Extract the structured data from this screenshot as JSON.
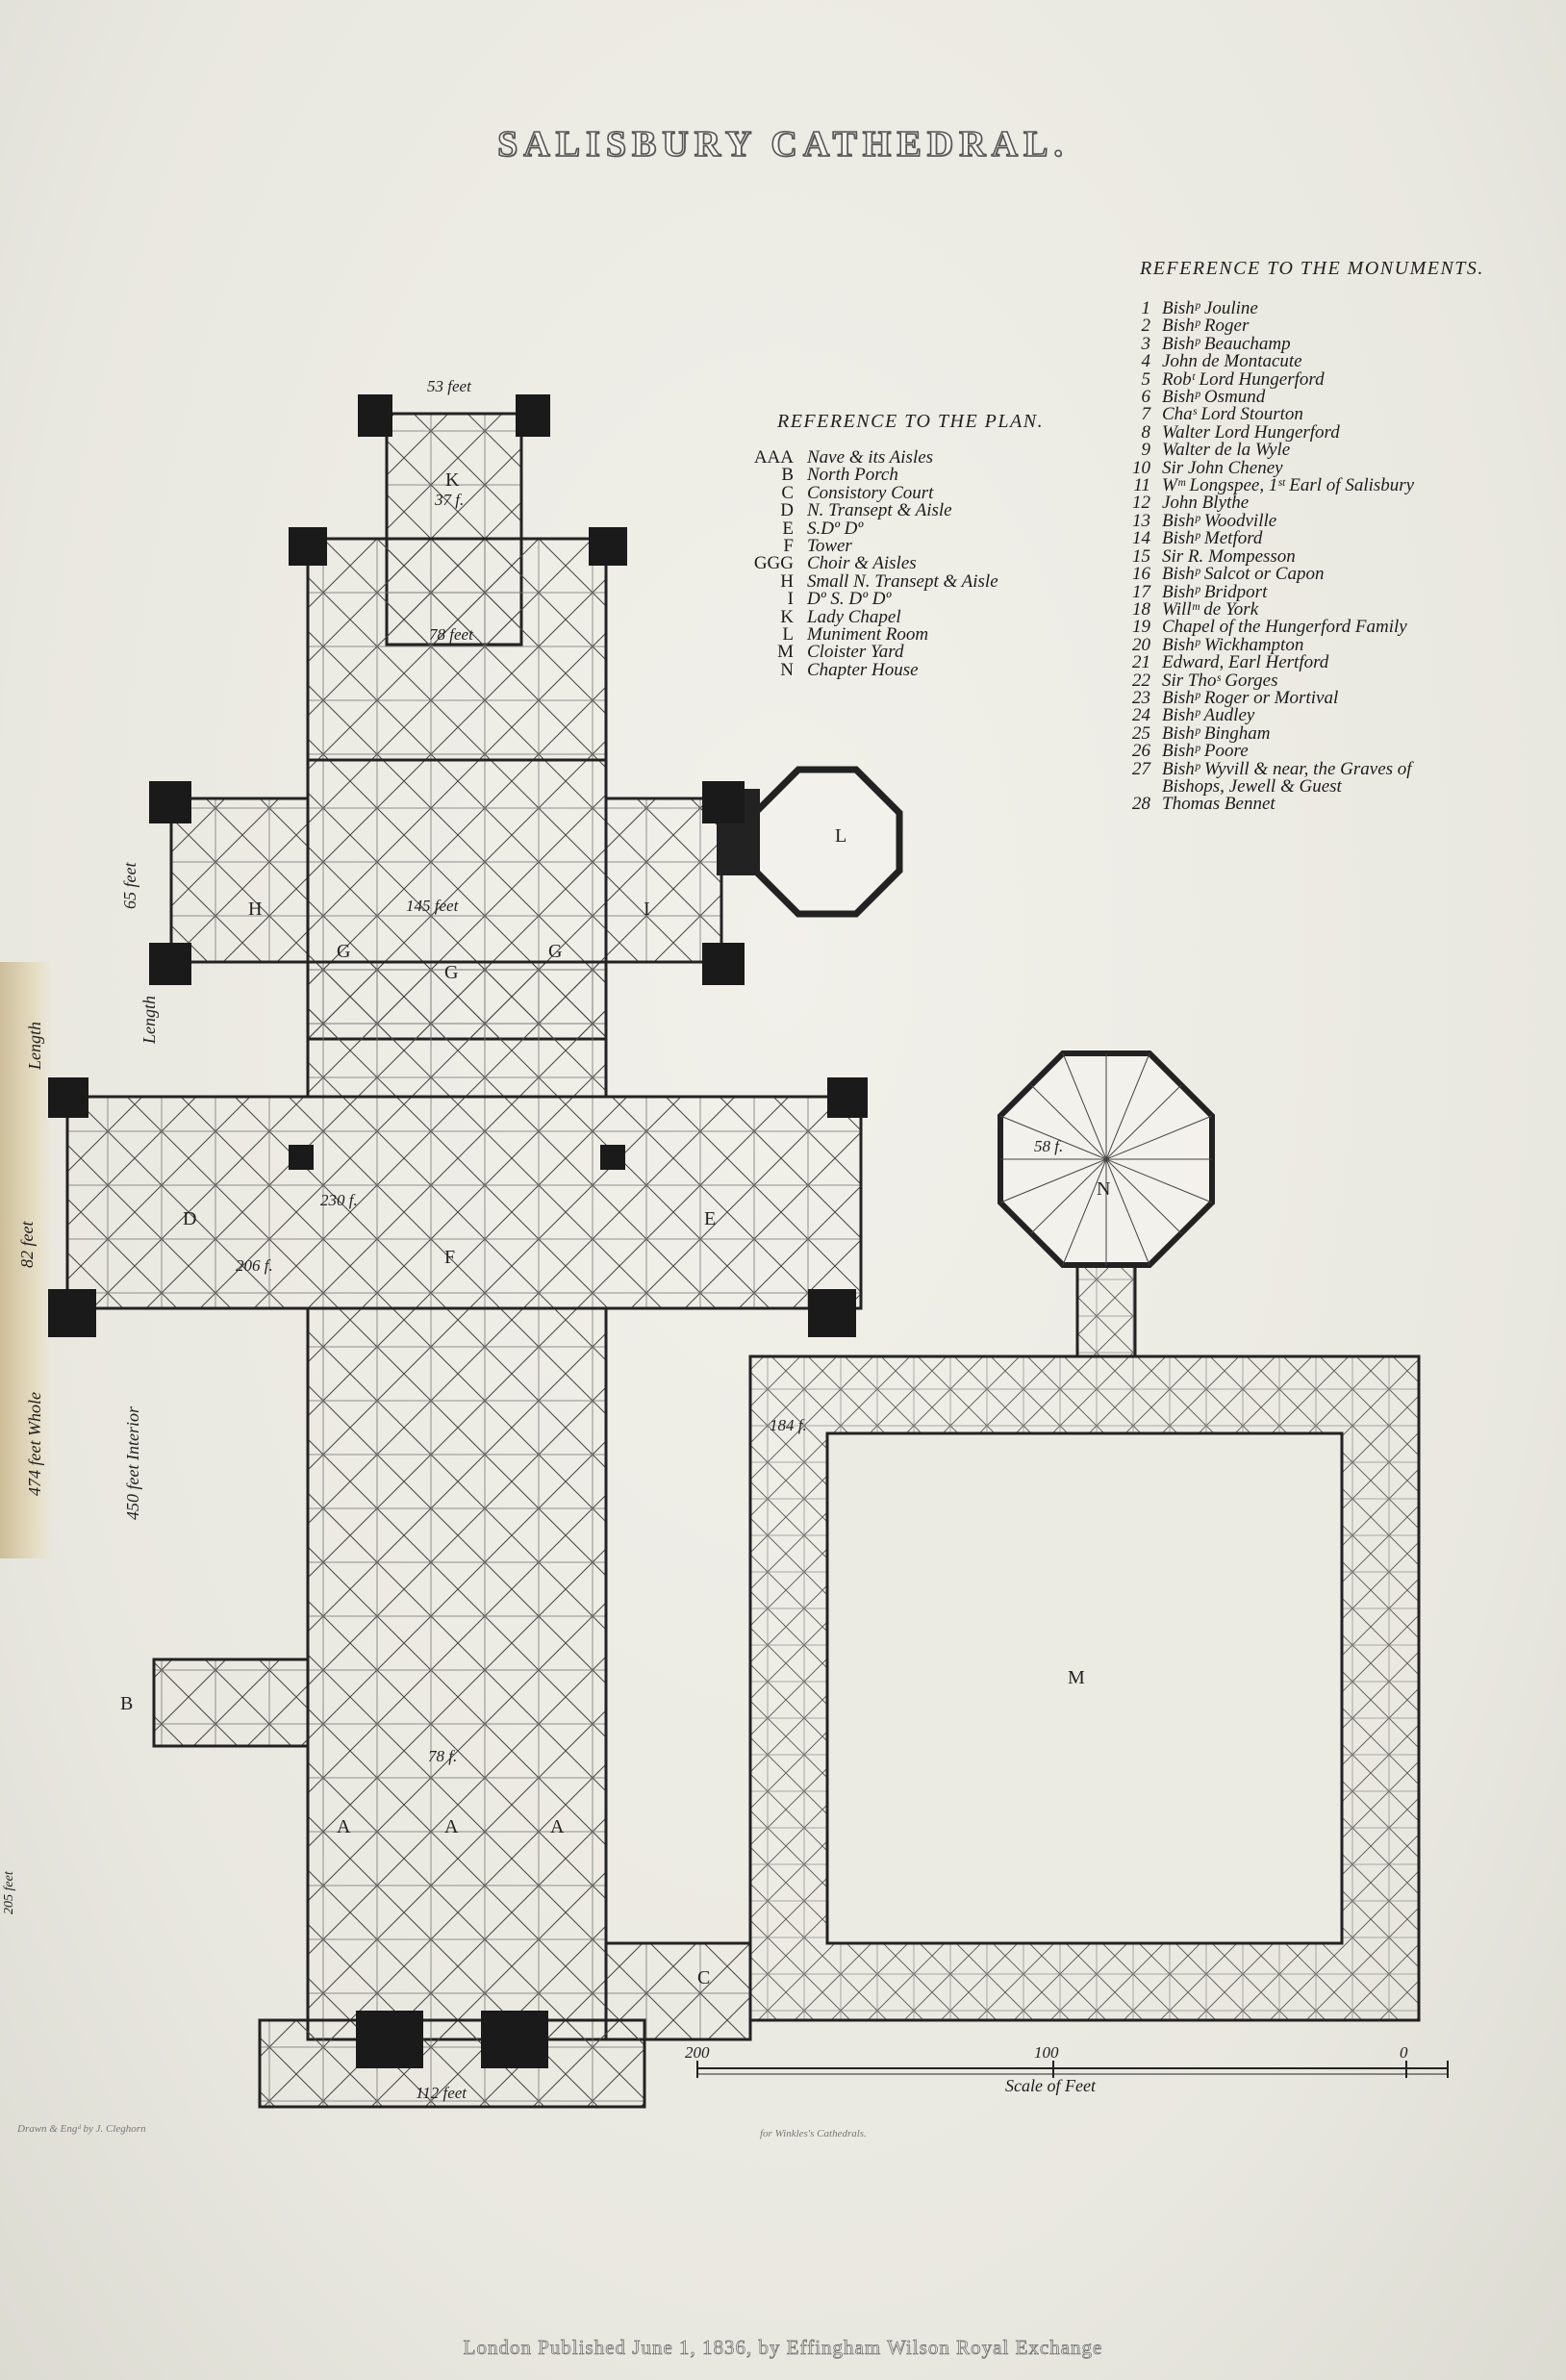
{
  "title": "SALISBURY CATHEDRAL.",
  "plan_reference": {
    "heading": "REFERENCE TO THE PLAN.",
    "items": [
      {
        "key": "AAA",
        "label": "Nave & its Aisles"
      },
      {
        "key": "B",
        "label": "North Porch"
      },
      {
        "key": "C",
        "label": "Consistory Court"
      },
      {
        "key": "D",
        "label": "N. Transept & Aisle"
      },
      {
        "key": "E",
        "label": "S.Dº      Dº"
      },
      {
        "key": "F",
        "label": "Tower"
      },
      {
        "key": "GGG",
        "label": "Choir & Aisles"
      },
      {
        "key": "H",
        "label": "Small N. Transept & Aisle"
      },
      {
        "key": "I",
        "label": "Dº    S.    Dº    Dº"
      },
      {
        "key": "K",
        "label": "Lady Chapel"
      },
      {
        "key": "L",
        "label": "Muniment Room"
      },
      {
        "key": "M",
        "label": "Cloister Yard"
      },
      {
        "key": "N",
        "label": "Chapter House"
      }
    ]
  },
  "monuments_reference": {
    "heading": "REFERENCE TO THE MONUMENTS.",
    "items": [
      {
        "n": "1",
        "label": "Bishᵖ Jouline"
      },
      {
        "n": "2",
        "label": "Bishᵖ Roger"
      },
      {
        "n": "3",
        "label": "Bishᵖ Beauchamp"
      },
      {
        "n": "4",
        "label": "John de Montacute"
      },
      {
        "n": "5",
        "label": "Robᵗ Lord Hungerford"
      },
      {
        "n": "6",
        "label": "Bishᵖ Osmund"
      },
      {
        "n": "7",
        "label": "Chaˢ Lord Stourton"
      },
      {
        "n": "8",
        "label": "Walter Lord Hungerford"
      },
      {
        "n": "9",
        "label": "Walter de la Wyle"
      },
      {
        "n": "10",
        "label": "Sir John Cheney"
      },
      {
        "n": "11",
        "label": "Wᵐ Longspee, 1ˢᵗ Earl of Salisbury"
      },
      {
        "n": "12",
        "label": "John Blythe"
      },
      {
        "n": "13",
        "label": "Bishᵖ Woodville"
      },
      {
        "n": "14",
        "label": "Bishᵖ Metford"
      },
      {
        "n": "15",
        "label": "Sir R. Mompesson"
      },
      {
        "n": "16",
        "label": "Bishᵖ Salcot or Capon"
      },
      {
        "n": "17",
        "label": "Bishᵖ Bridport"
      },
      {
        "n": "18",
        "label": "Willᵐ de York"
      },
      {
        "n": "19",
        "label": "Chapel of the Hungerford Family"
      },
      {
        "n": "20",
        "label": "Bishᵖ Wickhampton"
      },
      {
        "n": "21",
        "label": "Edward, Earl Hertford"
      },
      {
        "n": "22",
        "label": "Sir Thoˢ Gorges"
      },
      {
        "n": "23",
        "label": "Bishᵖ Roger or Mortival"
      },
      {
        "n": "24",
        "label": "Bishᵖ Audley"
      },
      {
        "n": "25",
        "label": "Bishᵖ Bingham"
      },
      {
        "n": "26",
        "label": "Bishᵖ Poore"
      },
      {
        "n": "27",
        "label": "Bishᵖ Wyvill & near, the Graves of"
      },
      {
        "n": "",
        "label": "Bishops, Jewell & Guest"
      },
      {
        "n": "28",
        "label": "Thomas Bennet"
      }
    ]
  },
  "dimensions": {
    "lady_chapel_width": "53 feet",
    "lady_chapel_inner": "37 f.",
    "retro_choir": "78 feet",
    "choir": "145 feet",
    "small_transept": "65 feet",
    "transept_aisle": "82 feet",
    "transept_length": "230 f.",
    "transept_inner": "206 f.",
    "nave": "78 f.",
    "west_front": "112 feet",
    "cloister": "184 f.",
    "chapter_house": "58 f.",
    "length_1": "Length",
    "length_2": "Length",
    "whole": "474 feet Whole",
    "interior": "450 feet Interior",
    "side_205": "205 feet"
  },
  "plan_letters": {
    "A": "A",
    "B": "B",
    "C": "C",
    "D": "D",
    "E": "E",
    "F": "F",
    "G": "G",
    "H": "H",
    "I": "I",
    "K": "K",
    "L": "L",
    "M": "M",
    "N": "N"
  },
  "scale": {
    "caption": "Scale of Feet",
    "tick_200": "200",
    "tick_100": "100",
    "tick_0": "0"
  },
  "credits": {
    "engraver": "Drawn & Engᵈ by J. Cleghorn",
    "series": "for Winkles's Cathedrals.",
    "imprint": "London Published June 1, 1836, by Effingham Wilson Royal Exchange"
  }
}
